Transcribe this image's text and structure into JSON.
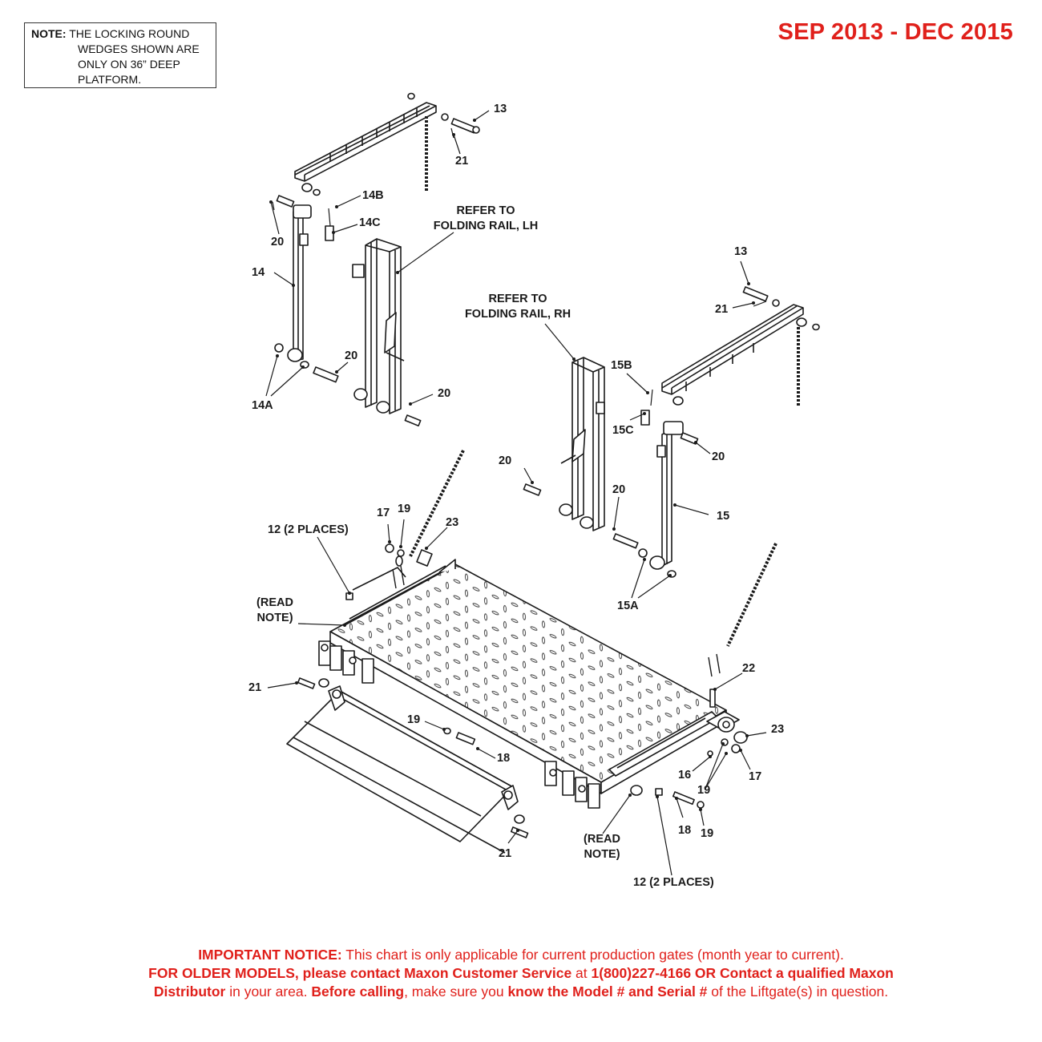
{
  "note": {
    "label": "NOTE:",
    "line1": "THE LOCKING ROUND",
    "line2": "WEDGES SHOWN ARE",
    "line3": "ONLY ON 36” DEEP",
    "line4": "PLATFORM."
  },
  "date_range": "SEP 2013 - DEC 2015",
  "callouts": {
    "c13a": "13",
    "c21a": "21",
    "c14b": "14B",
    "c14c": "14C",
    "refer_lh_1": "REFER TO",
    "refer_lh_2": "FOLDING RAIL, LH",
    "c20a": "20",
    "c14": "14",
    "c20b": "20",
    "c20c": "20",
    "c14a": "14A",
    "c13b": "13",
    "c21b": "21",
    "refer_rh_1": "REFER TO",
    "refer_rh_2": "FOLDING RAIL, RH",
    "c15b": "15B",
    "c15c": "15C",
    "c20d": "20",
    "c20e": "20",
    "c20f": "20",
    "c15": "15",
    "c15a": "15A",
    "c17a": "17",
    "c19a": "19",
    "c23a": "23",
    "c12a": "12 (2 PLACES)",
    "read_note_a1": "(READ",
    "read_note_a2": "NOTE)",
    "c21c": "21",
    "c19b": "19",
    "c18a": "18",
    "c22": "22",
    "c23b": "23",
    "c16": "16",
    "c19c": "19",
    "c17b": "17",
    "c18b": "18",
    "c19d": "19",
    "c21d": "21",
    "read_note_b1": "(READ",
    "read_note_b2": "NOTE)",
    "c12b": "12 (2 PLACES)"
  },
  "footer": {
    "l1_bold": "IMPORTANT NOTICE:",
    "l1_rest": " This chart is only applicable for current production gates (month year to current).",
    "l2_bold1": "FOR OLDER MODELS, please contact Maxon Customer Service",
    "l2_mid": " at ",
    "l2_bold2": "1(800)227-4166 OR Contact a qualified Maxon",
    "l3_bold1": "Distributor",
    "l3_mid1": " in your area. ",
    "l3_bold2": "Before calling",
    "l3_mid2": ", make sure you ",
    "l3_bold3": "know the Model # and Serial #",
    "l3_end": " of the Liftgate(s) in question."
  },
  "colors": {
    "accent": "#e0201b",
    "line": "#1a1a1a"
  }
}
